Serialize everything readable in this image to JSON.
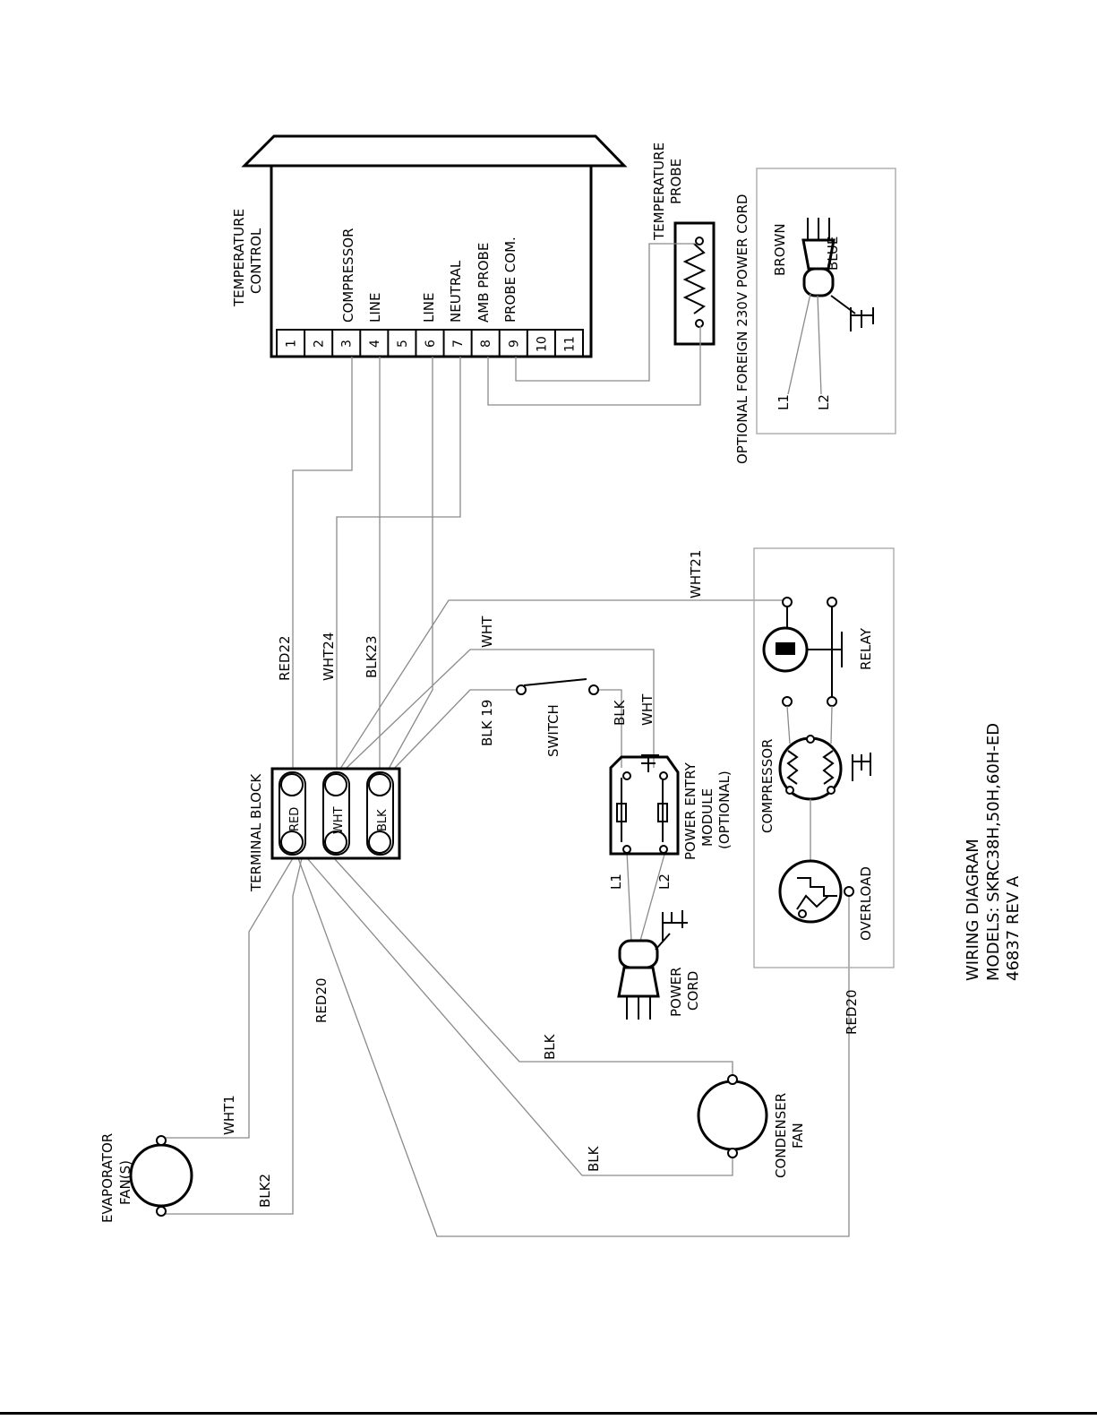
{
  "diagram": {
    "title": "WIRING DIAGRAM",
    "models": "MODELS: SKRC38H,50H,60H-ED",
    "part_rev": "46837  REV A",
    "temperature_control": {
      "label_1": "TEMPERATURE",
      "label_2": "CONTROL",
      "terminals": [
        "1",
        "2",
        "3",
        "4",
        "5",
        "6",
        "7",
        "8",
        "9",
        "10",
        "11"
      ],
      "terminal_labels": {
        "t3": "COMPRESSOR",
        "t4": "LINE",
        "t6": "LINE",
        "t7": "NEUTRAL",
        "t8": "AMB PROBE",
        "t9": "PROBE COM."
      }
    },
    "temperature_probe": {
      "label_1": "TEMPERATURE",
      "label_2": "PROBE"
    },
    "foreign_cord": {
      "title": "OPTIONAL FOREIGN 230V POWER CORD",
      "l1": "L1",
      "brown": "BROWN",
      "l2": "L2",
      "blue": "BLUE"
    },
    "terminal_block": {
      "label": "TERMINAL BLOCK",
      "slots": [
        "RED",
        "WHT",
        "BLK"
      ]
    },
    "wires": {
      "red22": "RED22",
      "wht24": "WHT24",
      "blk23": "BLK23",
      "wht21": "WHT21",
      "wht_a": "WHT",
      "blk19": "BLK 19",
      "blk_sw": "BLK",
      "wht_pem": "WHT",
      "l1": "L1",
      "l2": "L2",
      "red20_a": "RED20",
      "red20_b": "RED20",
      "wht1": "WHT1",
      "blk2": "BLK2",
      "blk_c1": "BLK",
      "blk_c2": "BLK"
    },
    "switch": "SWITCH",
    "pem": {
      "l1": "POWER ENTRY",
      "l2": "MODULE",
      "l3": "(OPTIONAL)"
    },
    "power_cord": {
      "l1": "POWER",
      "l2": "CORD"
    },
    "compressor_box": {
      "relay": "RELAY",
      "compressor": "COMPRESSOR",
      "overload": "OVERLOAD"
    },
    "condenser_fan": {
      "l1": "CONDENSER",
      "l2": "FAN"
    },
    "evaporator_fan": {
      "l1": "EVAPORATOR",
      "l2": "FAN(S)"
    }
  }
}
